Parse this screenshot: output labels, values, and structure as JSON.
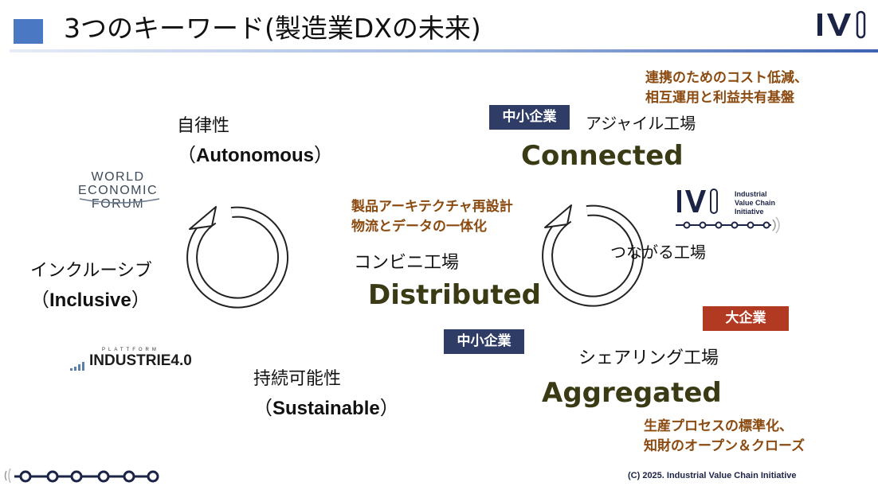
{
  "header": {
    "title": "3つのキーワード(製造業DXの未来)",
    "logo_text": "IVI"
  },
  "left": {
    "autonomous_jp": "自律性",
    "autonomous_en": "Autonomous",
    "inclusive_jp": "インクルーシブ",
    "inclusive_en": "Inclusive",
    "sustainable_jp": "持続可能性",
    "sustainable_en": "Sustainable",
    "wef_logo": [
      "WORLD",
      "ECONOMIC",
      "FORUM"
    ],
    "platform_label": "PLATTFORM",
    "industrie_logo": "INDUSTRIE4.0"
  },
  "right": {
    "connected_note": [
      "連携のためのコスト低減、",
      "相互運用と利益共有基盤"
    ],
    "badge_sme_top": "中小企業",
    "agile_factory": "アジャイル工場",
    "connected_en": "Connected",
    "distributed_note": [
      "製品アーキテクチャ再設計",
      "物流とデータの一体化"
    ],
    "convenience_factory": "コンビニ工場",
    "distributed_en": "Distributed",
    "connected_factory": "つながる工場",
    "badge_large": "大企業",
    "badge_sme_bottom": "中小企業",
    "sharing_factory": "シェアリング工場",
    "aggregated_en": "Aggregated",
    "aggregated_note": [
      "生産プロセスの標準化、",
      "知財のオープン＆クローズ"
    ],
    "ivi_logo_text": [
      "Industrial",
      "Value Chain",
      "Initiative"
    ]
  },
  "footer": {
    "copyright": "(C) 2025. Industrial Value Chain Initiative"
  },
  "colors": {
    "accent_blue": "#4a78c2",
    "note_brown": "#8b4a0f",
    "keyword_olive": "#3a3a14",
    "badge_navy": "#2f3c66",
    "badge_red": "#b33a22",
    "logo_navy": "#1b2347"
  }
}
